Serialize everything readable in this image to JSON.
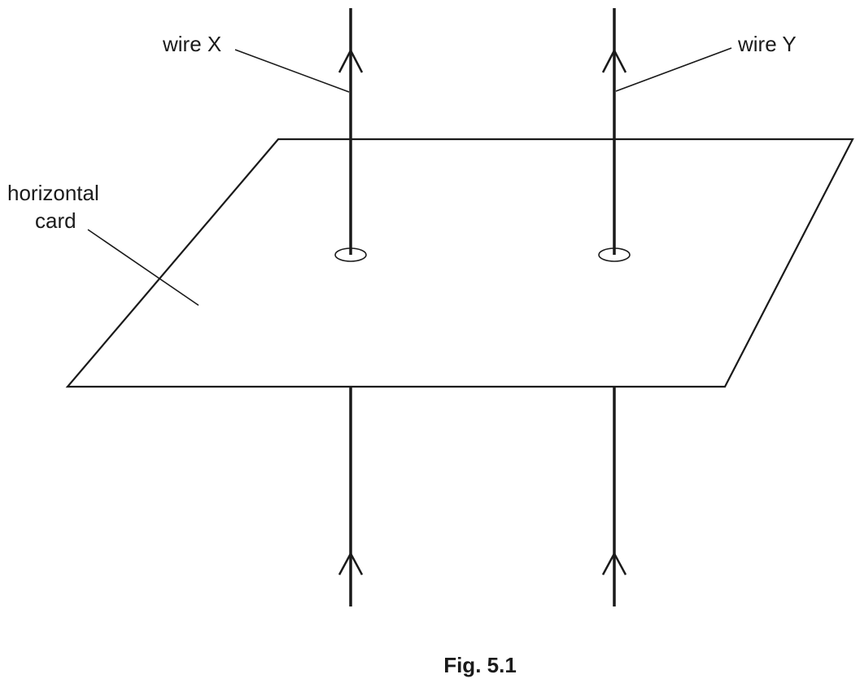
{
  "labels": {
    "wire_x": "wire X",
    "wire_y": "wire Y",
    "card_line1": "horizontal",
    "card_line2": "card"
  },
  "caption": "Fig. 5.1",
  "colors": {
    "ink": "#1a1a1a",
    "background": "#ffffff"
  },
  "icons": {
    "current_arrow": "up-arrowhead-icon",
    "hole": "hole-ellipse-icon"
  }
}
